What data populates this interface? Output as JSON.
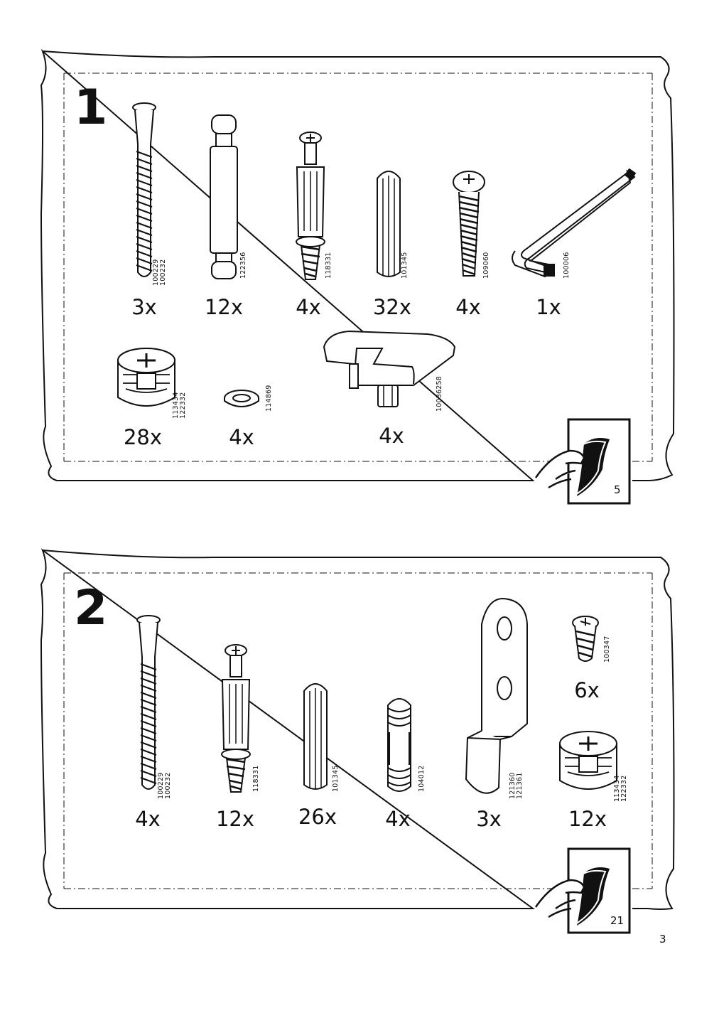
{
  "page_number": "3",
  "bags": [
    {
      "step": "1",
      "goto_page": "5",
      "row1": [
        {
          "qty": "3x",
          "codes": [
            "100229",
            "100232"
          ],
          "icon": "long-bolt-icon"
        },
        {
          "qty": "12x",
          "codes": [
            "122356"
          ],
          "icon": "connector-pin-icon"
        },
        {
          "qty": "4x",
          "codes": [
            "118331"
          ],
          "icon": "cam-bolt-icon"
        },
        {
          "qty": "32x",
          "codes": [
            "101345"
          ],
          "icon": "wooden-dowel-icon"
        },
        {
          "qty": "4x",
          "codes": [
            "109060"
          ],
          "icon": "screw-icon"
        },
        {
          "qty": "1x",
          "codes": [
            "100006"
          ],
          "icon": "allen-key-icon"
        }
      ],
      "row2": [
        {
          "qty": "28x",
          "codes": [
            "113434",
            "122332"
          ],
          "icon": "cam-lock-icon"
        },
        {
          "qty": "4x",
          "codes": [
            "114869"
          ],
          "icon": "washer-icon"
        },
        {
          "qty": "4x",
          "codes": [
            "10036258"
          ],
          "icon": "shelf-support-icon"
        }
      ]
    },
    {
      "step": "2",
      "goto_page": "21",
      "row1": [
        {
          "qty": "4x",
          "codes": [
            "100229",
            "100232"
          ],
          "icon": "long-bolt-icon"
        },
        {
          "qty": "12x",
          "codes": [
            "118331"
          ],
          "icon": "cam-bolt-icon"
        },
        {
          "qty": "26x",
          "codes": [
            "101345"
          ],
          "icon": "wooden-dowel-icon"
        },
        {
          "qty": "4x",
          "codes": [
            "104012"
          ],
          "icon": "threaded-dowel-icon"
        },
        {
          "qty": "3x",
          "codes": [
            "121360",
            "121361"
          ],
          "icon": "wall-bracket-icon"
        },
        {
          "qty": "6x",
          "codes": [
            "100347"
          ],
          "icon": "short-screw-icon"
        },
        {
          "qty": "12x",
          "codes": [
            "113434",
            "122332"
          ],
          "icon": "cam-lock-icon"
        }
      ]
    }
  ]
}
